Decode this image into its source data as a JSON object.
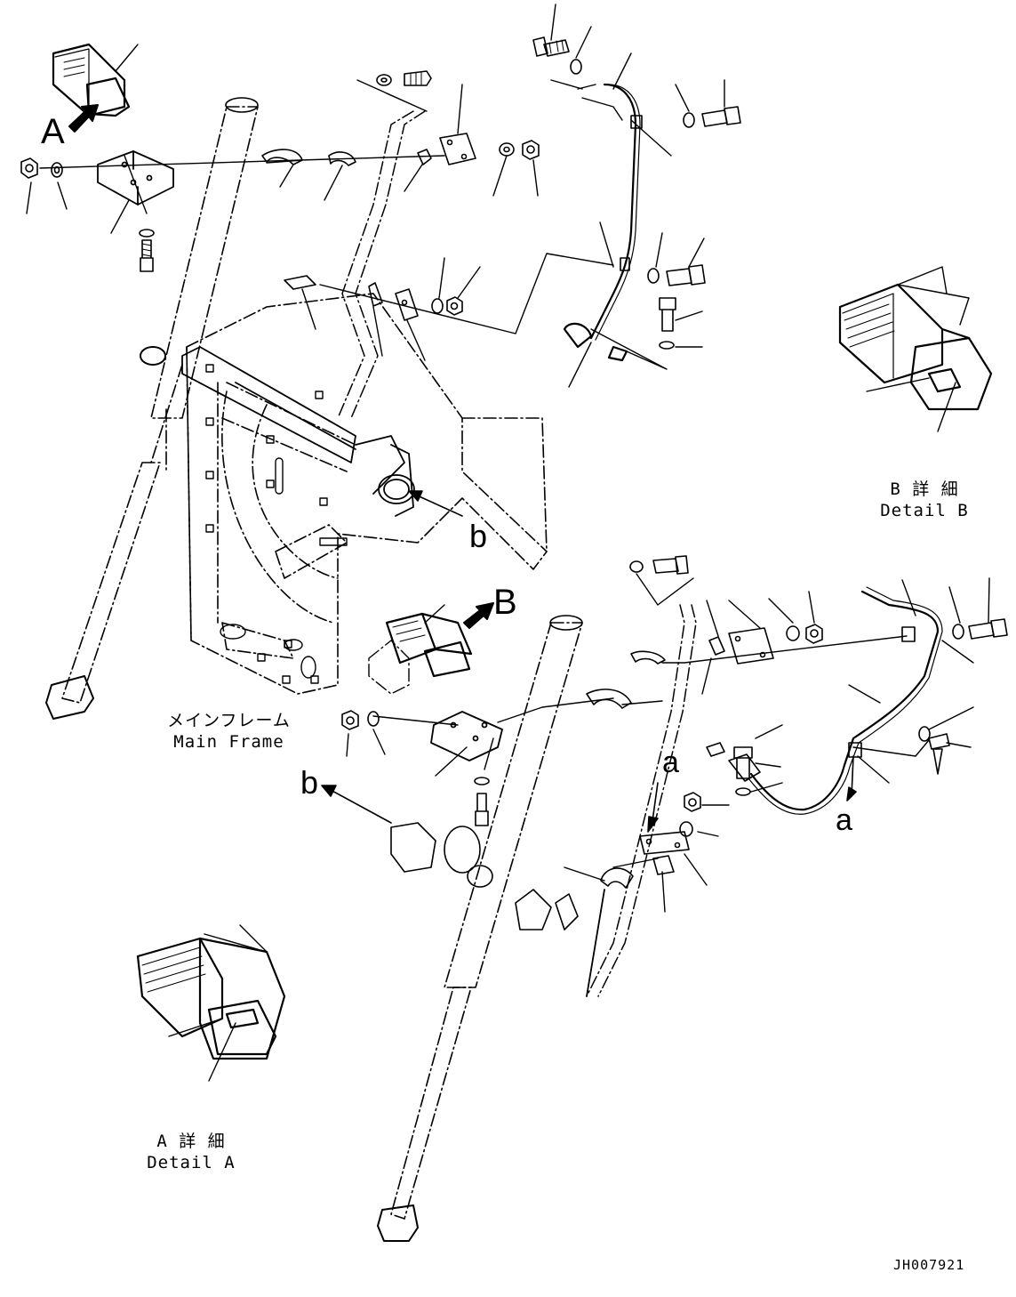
{
  "letters": {
    "view_a": "A",
    "view_b": "B",
    "ref_b_upper": "b",
    "ref_b_lower": "b",
    "ref_a_upper": "a",
    "ref_a_lower": "a"
  },
  "captions": {
    "main_frame_jp": "メインフレーム",
    "main_frame_en": "Main Frame",
    "detail_a_jp": "A 詳 細",
    "detail_a_en": "Detail A",
    "detail_b_jp": "B 詳 細",
    "detail_b_en": "Detail B"
  },
  "drawing_number": "JH007921"
}
